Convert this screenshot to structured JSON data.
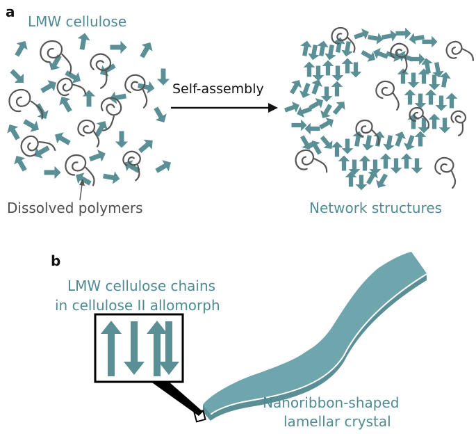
{
  "panel_a": {
    "letter": "a",
    "top_label": "LMW cellulose",
    "arrow_label": "Self-assembly",
    "left_caption": "Dissolved polymers",
    "right_caption": "Network structures"
  },
  "panel_b": {
    "letter": "b",
    "chain_label_line1": "LMW cellulose chains",
    "chain_label_line2": "in cellulose II allomorph",
    "ribbon_label_line1": "Nanoribbon-shaped",
    "ribbon_label_line2": "lamellar crystal"
  },
  "colors": {
    "chain_teal": "#5a8f96",
    "ribbon_teal": "#6fa5ad",
    "label_teal": "#4f8a93",
    "coil_grey": "#555555"
  }
}
